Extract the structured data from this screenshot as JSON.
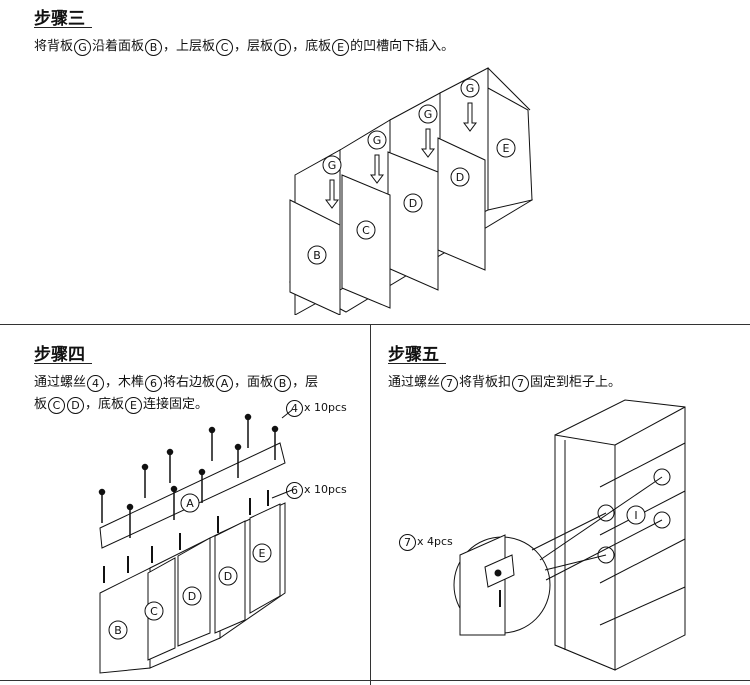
{
  "step3": {
    "title": "步骤三",
    "desc": [
      "将背板",
      "G",
      "沿着面板",
      "B",
      "，上层板",
      "C",
      "，层板",
      "D",
      "，底板",
      "E",
      "的凹槽向下插入。"
    ],
    "labels": {
      "g": "G",
      "b": "B",
      "c": "C",
      "d": "D",
      "e": "E"
    }
  },
  "step4": {
    "title": "步骤四",
    "line1": [
      "通过螺丝",
      "4",
      "，木榫",
      "6",
      "将右边板",
      "A",
      "，面板",
      "B",
      "，层"
    ],
    "line2": [
      "板",
      "C",
      "D",
      "，底板",
      "E",
      "连接固定。"
    ],
    "screw_callout": {
      "num": "4",
      "qty": "x 10pcs"
    },
    "dowel_callout": {
      "num": "6",
      "qty": "x 10pcs"
    },
    "labels": {
      "a": "A",
      "b": "B",
      "c": "C",
      "d": "D",
      "e": "E"
    }
  },
  "step5": {
    "title": "步骤五",
    "desc": [
      "通过螺丝",
      "7",
      "将背板扣",
      "7",
      "固定到柜子上。"
    ],
    "callout": {
      "num": "7",
      "qty": "x 4pcs"
    },
    "labels": {
      "i": "I"
    }
  }
}
